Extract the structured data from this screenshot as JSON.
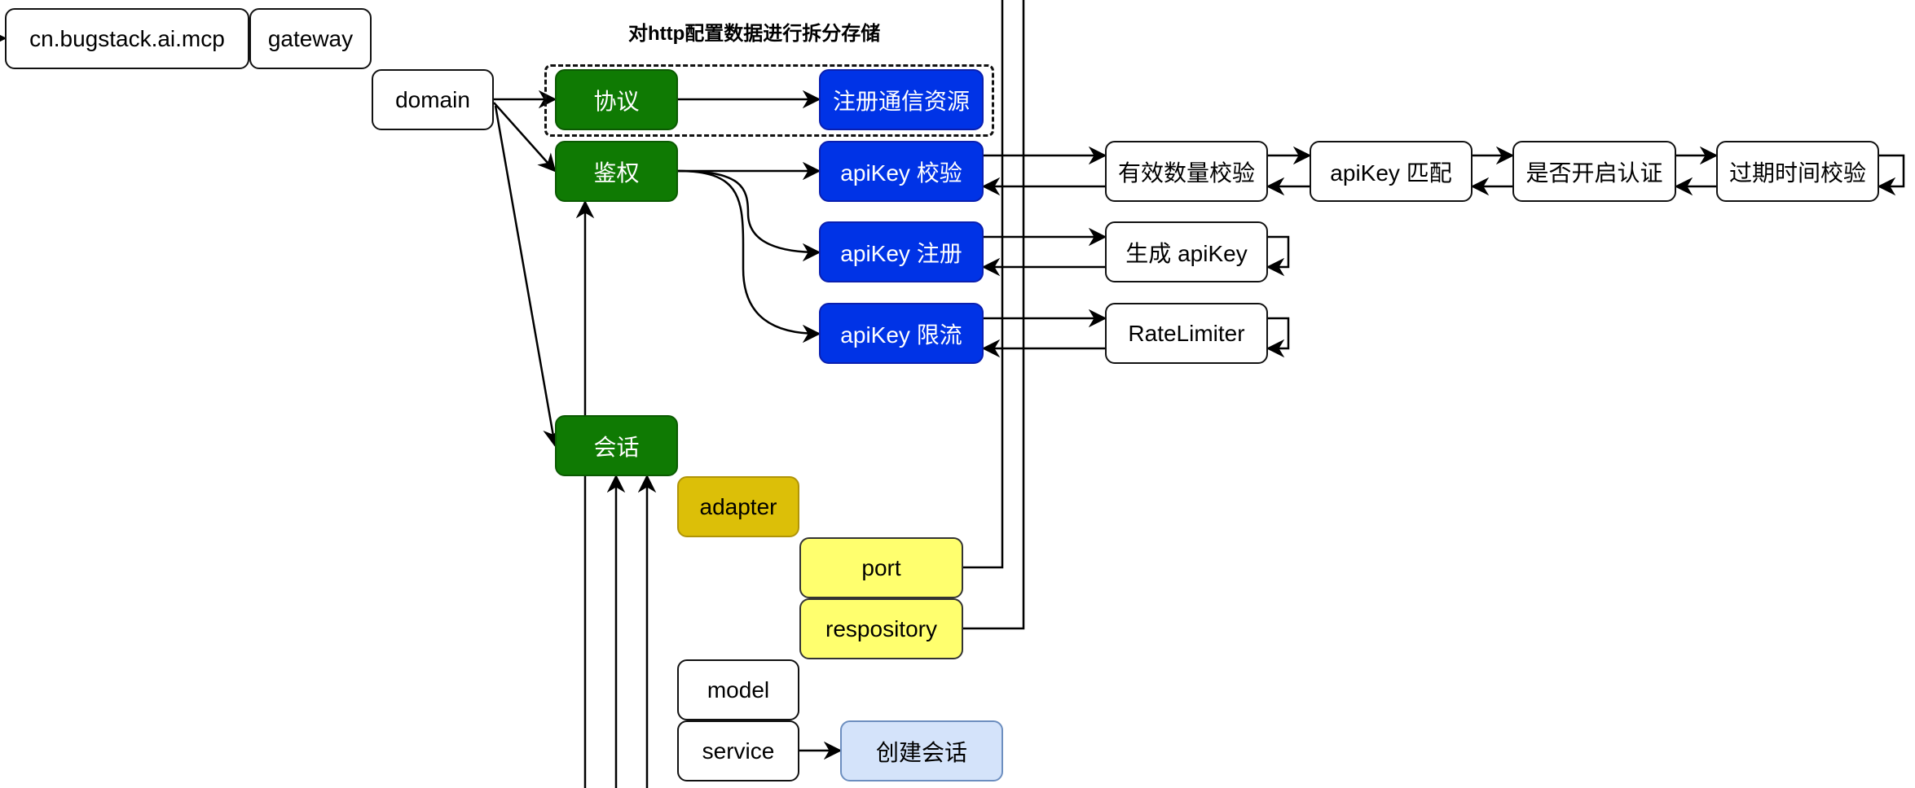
{
  "diagram": {
    "group_title": "对http配置数据进行拆分存储",
    "nodes": {
      "root_package": "cn.bugstack.ai.mcp",
      "gateway": "gateway",
      "domain": "domain",
      "protocol": "协议",
      "auth": "鉴权",
      "session": "会话",
      "register_comm_resource": "注册通信资源",
      "apikey_verify": "apiKey 校验",
      "apikey_register": "apiKey 注册",
      "apikey_ratelimit": "apiKey 限流",
      "valid_count_check": "有效数量校验",
      "apikey_match": "apiKey 匹配",
      "auth_enabled_check": "是否开启认证",
      "expiry_check": "过期时间校验",
      "generate_apikey": "生成 apiKey",
      "rate_limiter": "RateLimiter",
      "adapter": "adapter",
      "port": "port",
      "repository": "respository",
      "model": "model",
      "service": "service",
      "create_session": "创建会话"
    },
    "colors": {
      "green": "#0f7a03",
      "blue": "#0033e6",
      "gold": "#dcbf08",
      "yellow": "#ffff6e",
      "light_blue": "#d4e3fa"
    }
  }
}
